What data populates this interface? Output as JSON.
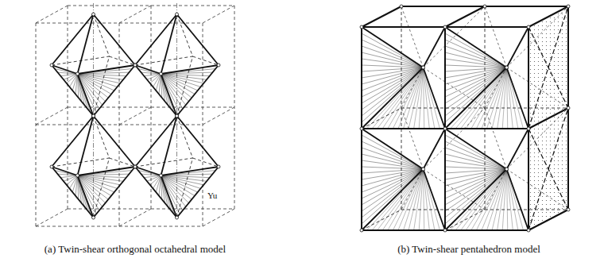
{
  "diagram": {
    "labels": [
      "Yu",
      "(a) Twin-shear orthogonal octahedral model",
      "(b) Twin-shear pentahedron model"
    ]
  }
}
